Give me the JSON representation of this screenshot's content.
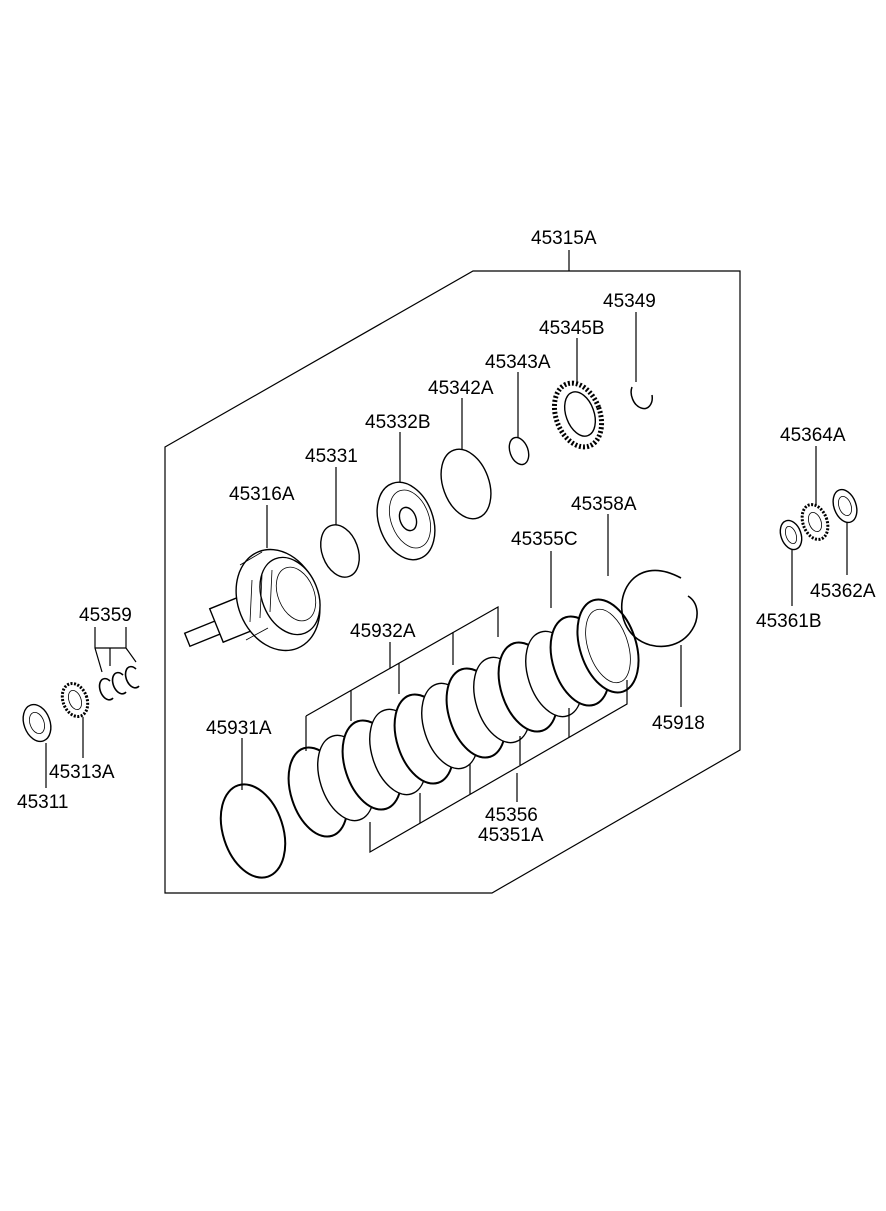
{
  "labels": {
    "p45315A": "45315A",
    "p45349": "45349",
    "p45345B": "45345B",
    "p45343A": "45343A",
    "p45342A": "45342A",
    "p45332B": "45332B",
    "p45331": "45331",
    "p45316A": "45316A",
    "p45358A": "45358A",
    "p45355C": "45355C",
    "p45932A": "45932A",
    "p45931A": "45931A",
    "p45918": "45918",
    "p45356": "45356",
    "p45351A": "45351A",
    "p45359": "45359",
    "p45313A": "45313A",
    "p45311": "45311",
    "p45364A": "45364A",
    "p45361B": "45361B",
    "p45362A": "45362A"
  }
}
